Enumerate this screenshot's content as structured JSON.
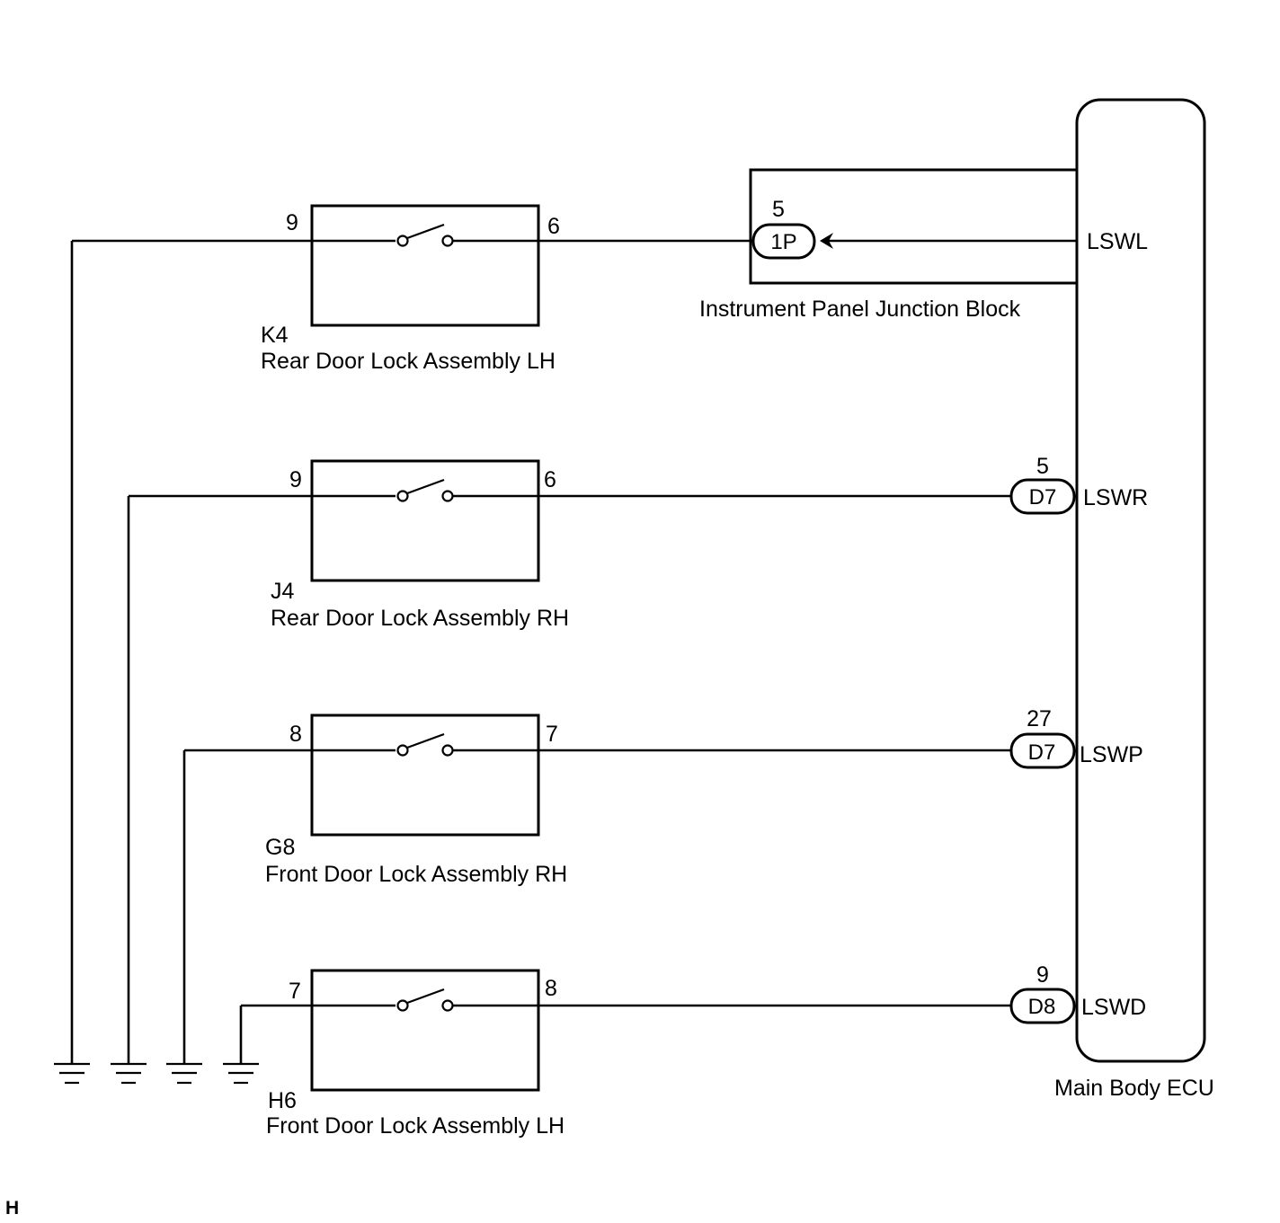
{
  "ecu": {
    "name": "Main Body ECU"
  },
  "junction_block": {
    "name": "Instrument Panel Junction Block"
  },
  "components": [
    {
      "code": "K4",
      "name": "Rear Door Lock Assembly LH",
      "pin_left": "9",
      "pin_right": "6"
    },
    {
      "code": "J4",
      "name": "Rear Door Lock Assembly RH",
      "pin_left": "9",
      "pin_right": "6"
    },
    {
      "code": "G8",
      "name": "Front Door Lock Assembly RH",
      "pin_left": "8",
      "pin_right": "7"
    },
    {
      "code": "H6",
      "name": "Front Door Lock Assembly LH",
      "pin_left": "7",
      "pin_right": "8"
    }
  ],
  "connectors": [
    {
      "id": "1P",
      "pin": "5",
      "signal": "LSWL"
    },
    {
      "id": "D7",
      "pin": "5",
      "signal": "LSWR"
    },
    {
      "id": "D7",
      "pin": "27",
      "signal": "LSWP"
    },
    {
      "id": "D8",
      "pin": "9",
      "signal": "LSWD"
    }
  ],
  "footer": {
    "mark": "H"
  }
}
